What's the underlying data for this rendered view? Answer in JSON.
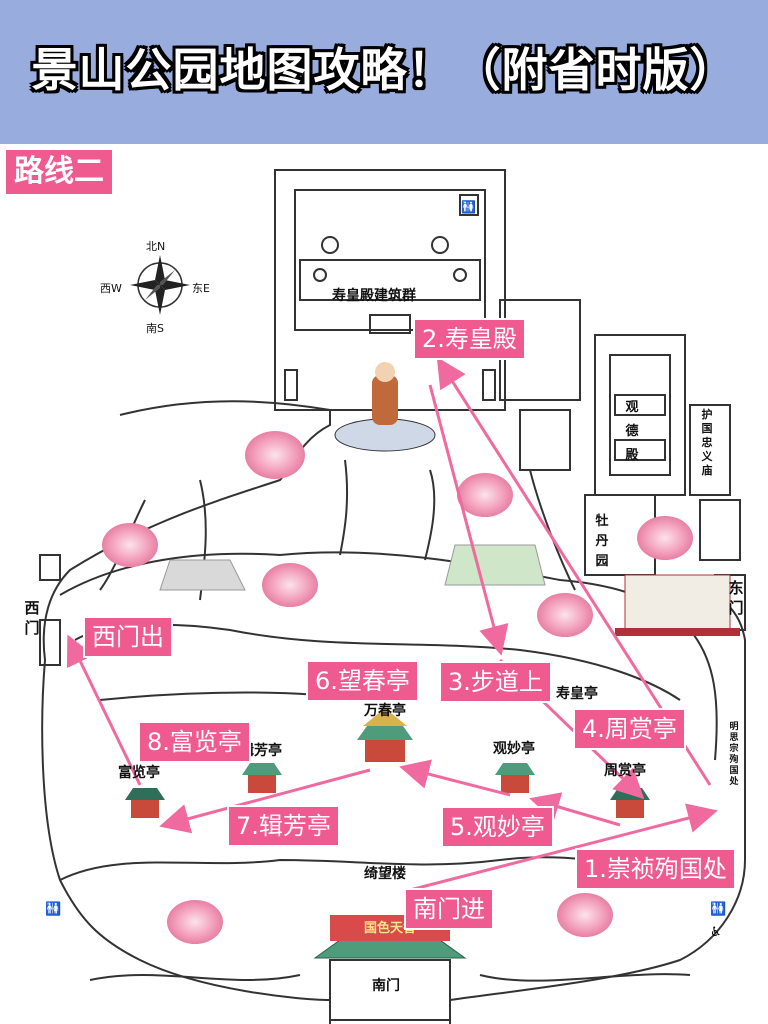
{
  "title": "景山公园地图攻略！（附省时版）",
  "route": "路线二",
  "compass": {
    "n": "北N",
    "s": "南S",
    "e": "东E",
    "w": "西W"
  },
  "buildings": {
    "shouhuang_complex": "寿皇殿建筑群",
    "guande_hall": [
      "观",
      "德",
      "殿"
    ],
    "huguo_temple": [
      "护",
      "国",
      "忠",
      "义",
      "庙"
    ],
    "mudan_garden": [
      "牡",
      "丹",
      "园"
    ],
    "east_gate": [
      "东",
      "门"
    ],
    "west_gate": [
      "西",
      "门"
    ],
    "chongzhen_site": [
      "明",
      "思",
      "宗",
      "殉",
      "国",
      "处"
    ],
    "qiwang_tower": "绮望楼",
    "south_gate": "南门",
    "wanchun_pavilion": "万春亭",
    "guanmiao_pavilion": "观妙亭",
    "zhoushang_pavilion": "周赏亭",
    "fulan_pavilion": "富览亭",
    "jifang_pavilion": "辑芳亭",
    "shouhuang_pavilion": "寿皇亭",
    "banner_text": "国色天香"
  },
  "stops": [
    {
      "id": "s1",
      "label": "1.崇祯殉国处"
    },
    {
      "id": "s2",
      "label": "2.寿皇殿"
    },
    {
      "id": "s3",
      "label": "3.步道上"
    },
    {
      "id": "s4",
      "label": "4.周赏亭"
    },
    {
      "id": "s5",
      "label": "5.观妙亭"
    },
    {
      "id": "s6",
      "label": "6.望春亭"
    },
    {
      "id": "s7",
      "label": "7.辑芳亭"
    },
    {
      "id": "s8",
      "label": "8.富览亭"
    }
  ],
  "entry": "南门进",
  "exit": "西门出",
  "colors": {
    "banner": "#98acde",
    "accent": "#ef5a8f",
    "route": "#f06aa0",
    "map_line": "#333333",
    "peony": "#f4a6c0"
  },
  "icons": [
    "compass-rose-icon",
    "restroom-icon",
    "accessible-icon",
    "peony-icon",
    "pavilion-icon"
  ]
}
